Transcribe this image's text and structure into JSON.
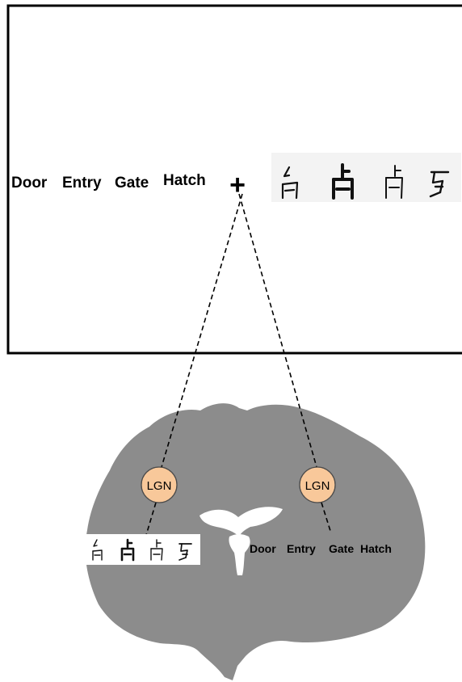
{
  "top_words": [
    "Door",
    "Entry",
    "Gate",
    "Hatch"
  ],
  "bottom_words": [
    "Door",
    "Entry",
    "Gate",
    "Hatch"
  ],
  "fixation": "+",
  "left_node": "LGN",
  "right_node": "LGN",
  "glyph_icons": [
    "archaic-character-1-icon",
    "archaic-character-2-icon",
    "archaic-character-3-icon",
    "archaic-character-4-icon"
  ],
  "colors": {
    "brain": "#8c8c8c",
    "lgn_fill": "#f8c89a",
    "lgn_stroke": "#4a4a4a",
    "lines": "#000000"
  }
}
